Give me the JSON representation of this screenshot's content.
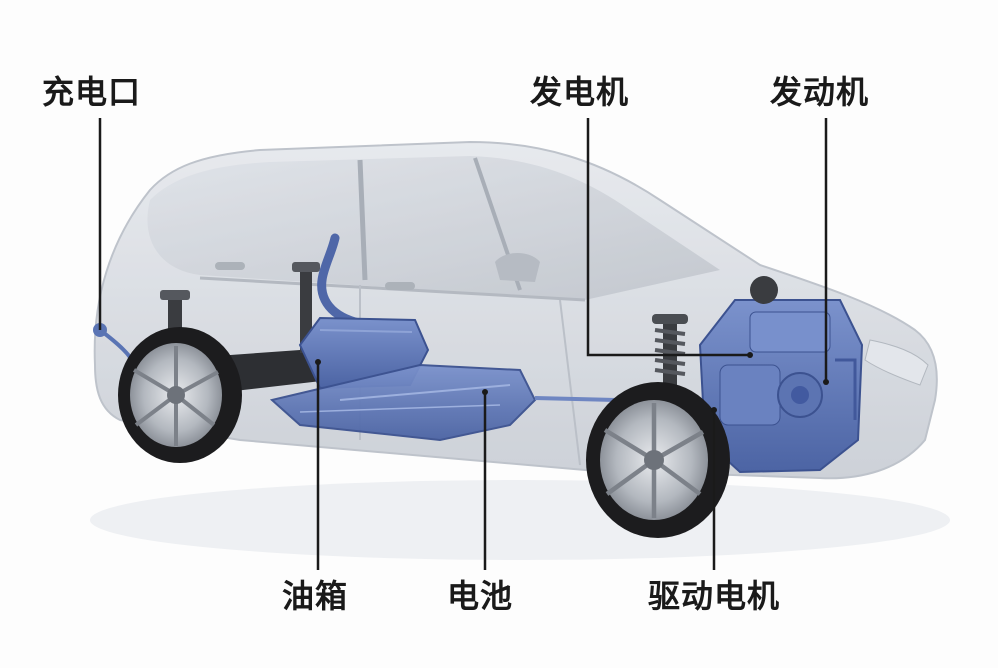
{
  "labels": {
    "charge_port": "充电口",
    "generator": "发电机",
    "engine": "发动机",
    "fuel_tank": "油箱",
    "battery": "电池",
    "drive_motor": "驱动电机"
  },
  "colors": {
    "component_blue": "#5a74b4",
    "body_ghost": "#c9ced6",
    "tire": "#1c1c1e",
    "rim": "#b9bdc4",
    "leader_line": "#1a1a1a"
  }
}
